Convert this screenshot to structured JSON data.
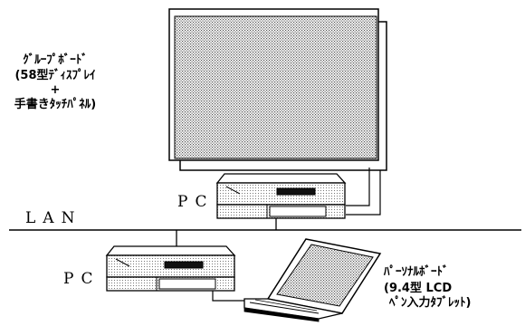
{
  "group_board": {
    "line1": "ｸﾞﾙｰﾌﾟﾎﾞｰﾄﾞ",
    "line2": "(58型ﾃﾞｨｽﾌﾟﾚｲ",
    "line3": "+",
    "line4": "手書きﾀｯﾁﾊﾟﾈﾙ)"
  },
  "pc_top_label": "PC",
  "lan_label": "LAN",
  "pc_bottom_label": "PC",
  "personal_board": {
    "line1": "ﾊﾟｰｿﾅﾙﾎﾞｰﾄﾞ",
    "line2": "(9.4型 LCD",
    "line3": "ﾍﾟﾝ入力ﾀﾌﾞﾚｯﾄ)"
  }
}
